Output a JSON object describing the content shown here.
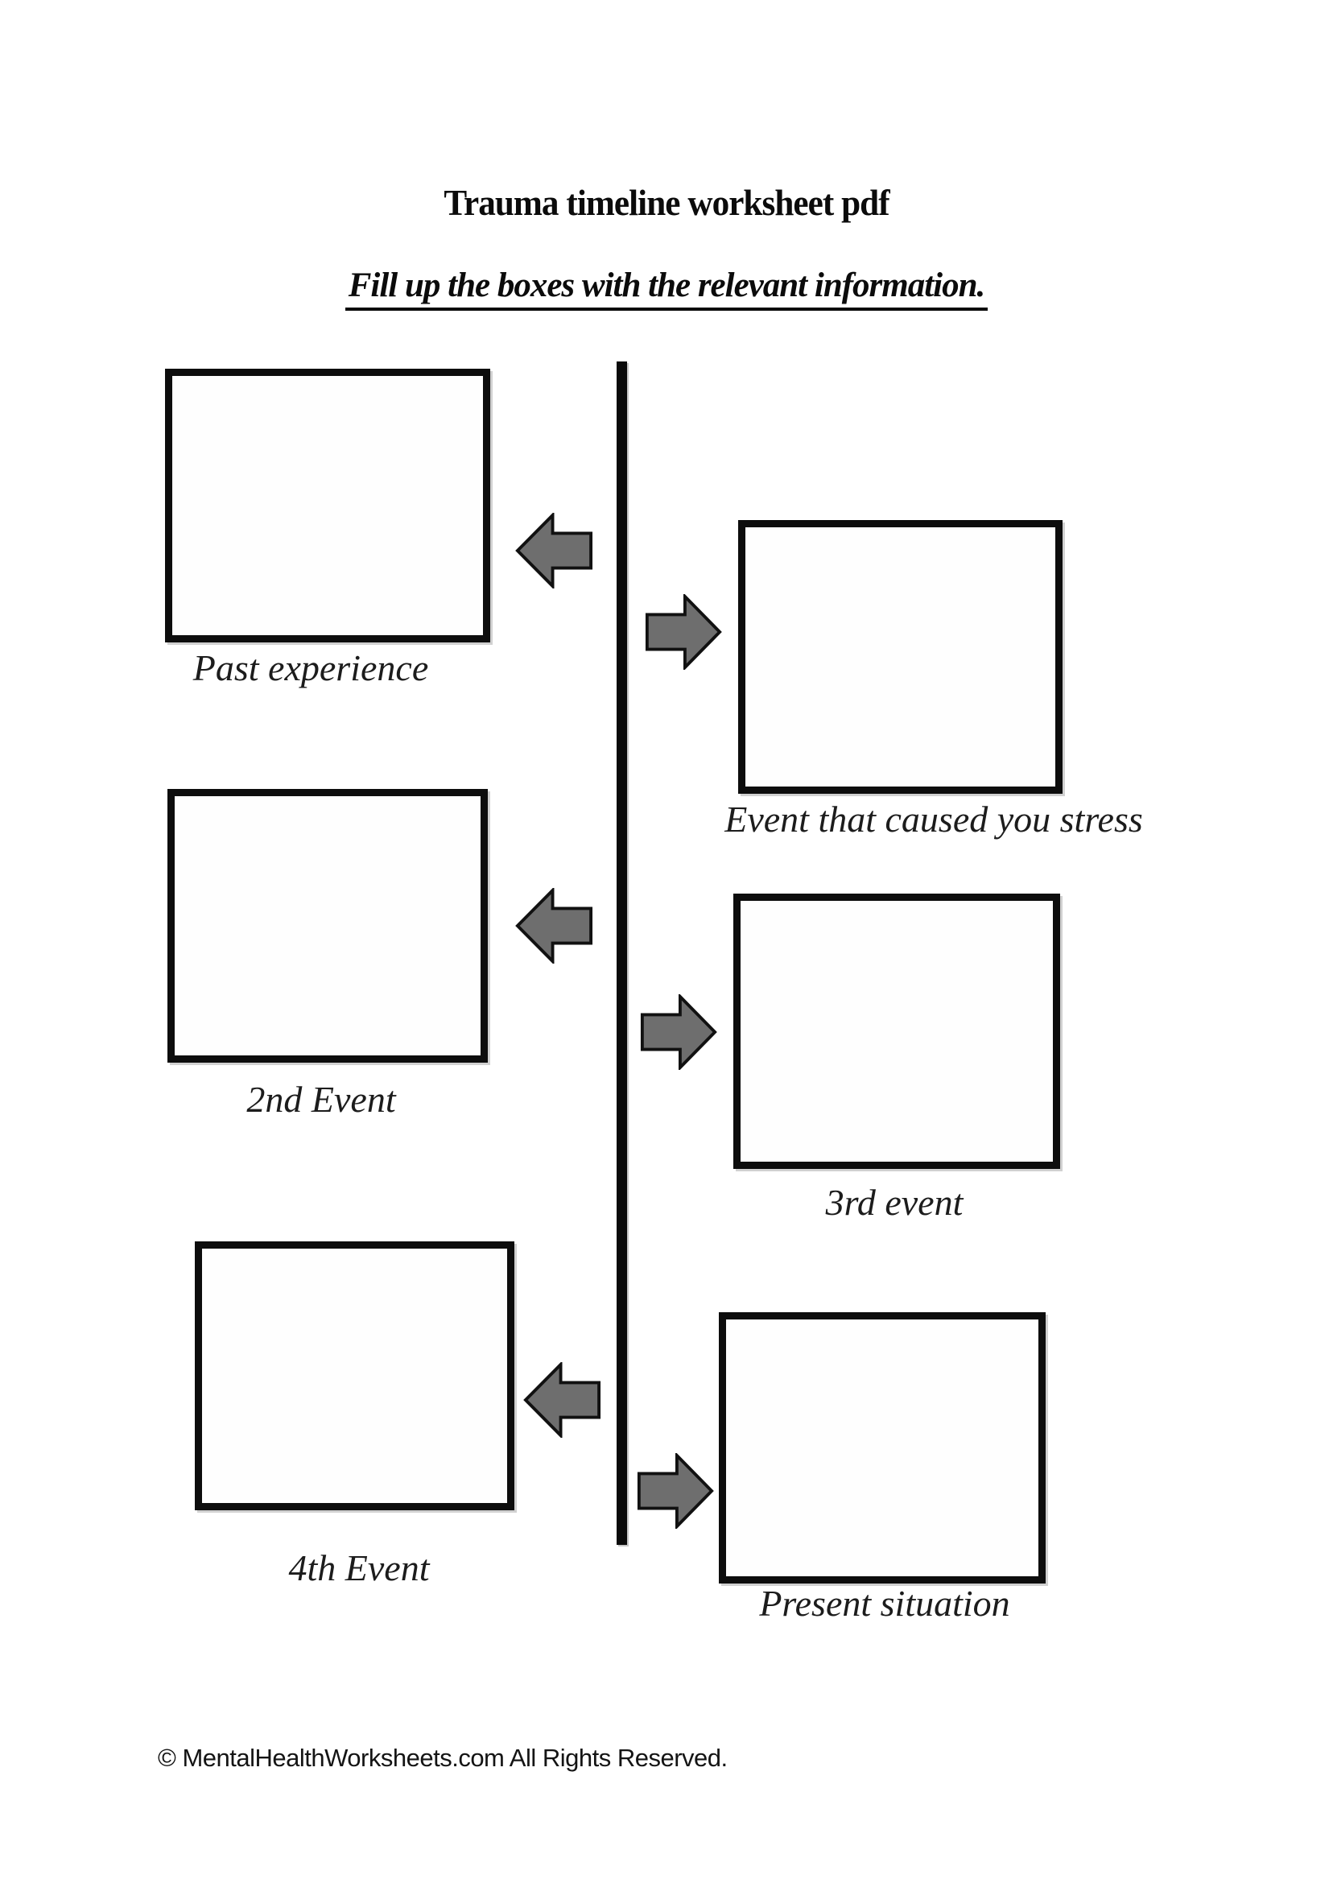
{
  "header": {
    "title": "Trauma timeline worksheet pdf",
    "instruction": "Fill up the boxes with the relevant information."
  },
  "timeline": {
    "left_items": [
      {
        "label": "Past experience"
      },
      {
        "label": "2nd Event"
      },
      {
        "label": "4th Event"
      }
    ],
    "right_items": [
      {
        "label": "Event that caused you stress"
      },
      {
        "label": "3rd event"
      },
      {
        "label": "Present situation"
      }
    ]
  },
  "colors": {
    "page_bg": "#ffffff",
    "ink": "#0b0b0b",
    "box_border": "#0d0d0d",
    "arrow_fill": "#6e6e6e",
    "arrow_stroke": "#111111"
  },
  "footer": {
    "copyright": "© MentalHealthWorksheets.com All Rights Reserved."
  }
}
